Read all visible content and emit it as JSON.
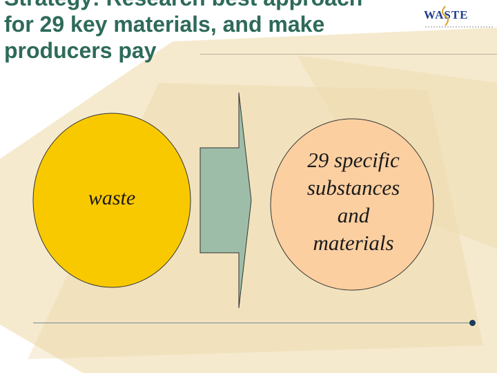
{
  "slide": {
    "title_lines": [
      "Strategy: Research best approach",
      "for 29 key materials, and make",
      "producers pay"
    ],
    "logo": {
      "text": "WASTE",
      "icon": "waste-logo-icon"
    },
    "left_circle": {
      "label": "waste",
      "color": "#f9c900"
    },
    "arrow": {
      "color": "#9dbda8",
      "icon": "right-arrow-icon"
    },
    "right_circle": {
      "label_lines": [
        "29 specific",
        "substances",
        "and",
        "materials"
      ],
      "color": "#fbcfa0"
    },
    "colors": {
      "title": "#2e6a5a",
      "texture": "#ecd9a8",
      "rule": "#6d8a96"
    }
  }
}
